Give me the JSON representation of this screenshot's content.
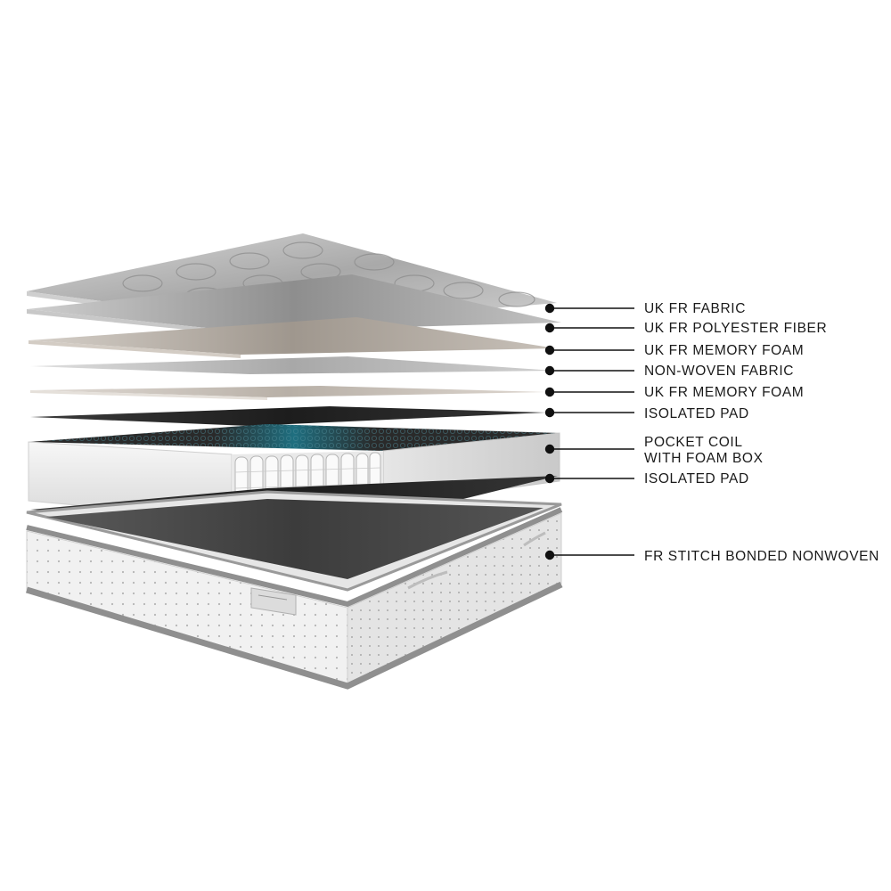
{
  "diagram": {
    "layers": [
      {
        "id": "uk-fr-fabric",
        "label": "UK FR FABRIC"
      },
      {
        "id": "uk-fr-polyester-fiber",
        "label": "UK FR POLYESTER FIBER"
      },
      {
        "id": "uk-fr-memory-foam-1",
        "label": "UK FR MEMORY FOAM"
      },
      {
        "id": "non-woven-fabric",
        "label": "NON-WOVEN FABRIC"
      },
      {
        "id": "uk-fr-memory-foam-2",
        "label": "UK FR MEMORY FOAM"
      },
      {
        "id": "isolated-pad-1",
        "label": "ISOLATED PAD"
      },
      {
        "id": "pocket-coil",
        "label_line1": "POCKET COIL",
        "label_line2": "WITH FOAM BOX"
      },
      {
        "id": "isolated-pad-2",
        "label": "ISOLATED PAD"
      },
      {
        "id": "fr-stitch-bonded-nonwoven",
        "label": "FR STITCH BONDED NONWOVEN"
      }
    ]
  },
  "colors": {
    "fabric": "#b9b9b9",
    "fiber": "#a9a9a9",
    "memory_foam": "#b3aca4",
    "non_woven": "#c4c4c4",
    "isolated_pad": "#2d2d2d",
    "coil_teal": "#1f6f80",
    "border_grey": "#8f8f8f",
    "quilt_white": "#f2f2f2"
  }
}
